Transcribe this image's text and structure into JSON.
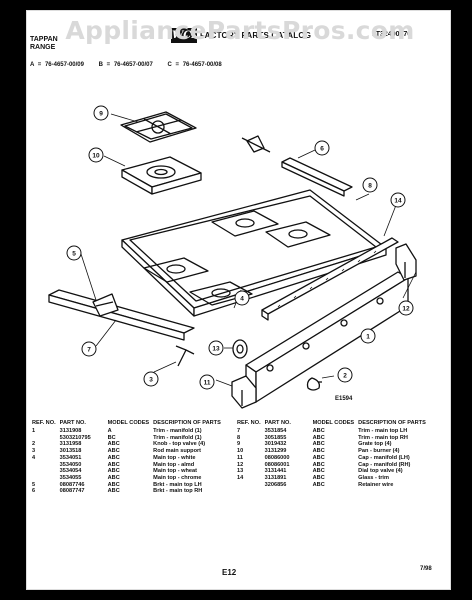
{
  "watermark": "AppliancePartsPros.com",
  "header": {
    "brand_line1": "TAPPAN",
    "brand_line2": "RANGE",
    "logo_text": "WCI",
    "catalog_title": "FACTORY PARTS CATALOG",
    "catalog_id": "LT32490270"
  },
  "models": {
    "a": "A = 76-4657-00/09",
    "b": "B = 76-4657-00/07",
    "c": "C = 76-4657-00/08"
  },
  "diagram": {
    "callouts": [
      "1",
      "2",
      "3",
      "4",
      "5",
      "6",
      "7",
      "8",
      "9",
      "10",
      "11",
      "12",
      "13",
      "14"
    ],
    "drawing_code": "E1594"
  },
  "parts_table": {
    "headers": {
      "ref_no": "REF. NO.",
      "part_no": "PART NO.",
      "model_codes": "MODEL CODES",
      "description": "DESCRIPTION OF PARTS"
    },
    "left_rows": [
      {
        "ref": "1",
        "part": "3131908",
        "codes": "A",
        "desc": "Trim - manifold (1)"
      },
      {
        "ref": "",
        "part": "5303210795",
        "codes": "BC",
        "desc": "Trim - manifold (1)"
      },
      {
        "ref": "2",
        "part": "3131958",
        "codes": "ABC",
        "desc": "Knob - top valve (4)"
      },
      {
        "ref": "3",
        "part": "3013518",
        "codes": "ABC",
        "desc": "Rod main support"
      },
      {
        "ref": "4",
        "part": "3534051",
        "codes": "ABC",
        "desc": "Main top - white"
      },
      {
        "ref": "",
        "part": "3534050",
        "codes": "ABC",
        "desc": "Main top - almd"
      },
      {
        "ref": "",
        "part": "3534054",
        "codes": "ABC",
        "desc": "Main top - wheat"
      },
      {
        "ref": "",
        "part": "3534055",
        "codes": "ABC",
        "desc": "Main top - chrome"
      },
      {
        "ref": "5",
        "part": "08087746",
        "codes": "ABC",
        "desc": "Brkt - main top LH"
      },
      {
        "ref": "6",
        "part": "08087747",
        "codes": "ABC",
        "desc": "Brkt - main top RH"
      }
    ],
    "right_rows": [
      {
        "ref": "7",
        "part": "3531854",
        "codes": "ABC",
        "desc": "Trim - main top LH"
      },
      {
        "ref": "8",
        "part": "3051855",
        "codes": "ABC",
        "desc": "Trim - main top RH"
      },
      {
        "ref": "9",
        "part": "3019432",
        "codes": "ABC",
        "desc": "Grate top (4)"
      },
      {
        "ref": "10",
        "part": "3131299",
        "codes": "ABC",
        "desc": "Pan - burner (4)"
      },
      {
        "ref": "11",
        "part": "08086000",
        "codes": "ABC",
        "desc": "Cap - manifold (LH)"
      },
      {
        "ref": "12",
        "part": "08086001",
        "codes": "ABC",
        "desc": "Cap - manifold (RH)"
      },
      {
        "ref": "13",
        "part": "3131441",
        "codes": "ABC",
        "desc": "Dial top valve (4)"
      },
      {
        "ref": "14",
        "part": "3131891",
        "codes": "ABC",
        "desc": "Glass - trim"
      },
      {
        "ref": "",
        "part": "3206856",
        "codes": "ABC",
        "desc": "Retainer wire"
      }
    ]
  },
  "footer": {
    "page_number": "E12",
    "date": "7/98"
  }
}
